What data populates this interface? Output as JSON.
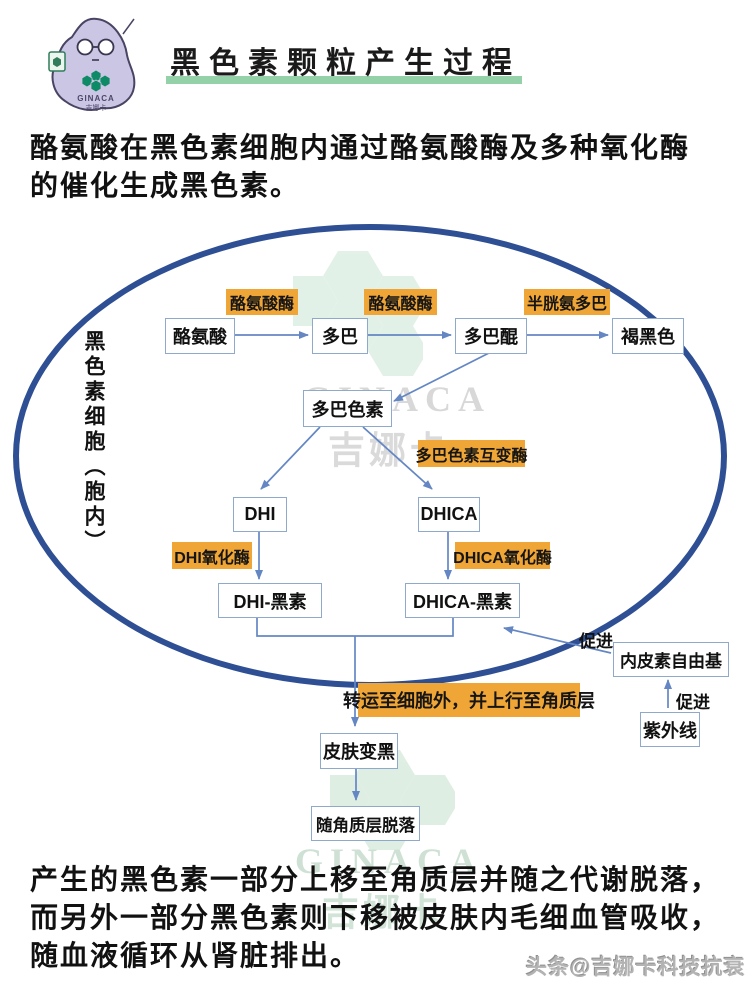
{
  "header": {
    "title": "黑色素颗粒产生过程",
    "logo": {
      "brand": "GINACA",
      "brand_cn": "吉娜卡"
    }
  },
  "intro": {
    "line1": "酪氨酸在黑色素细胞内通过酪氨酸酶及多种氧化酶",
    "line2": "的催化生成黑色素。"
  },
  "diagram": {
    "cell_label": "黑色素细胞（胞内）",
    "nodes": {
      "tyrosine": "酪氨酸",
      "dopa": "多巴",
      "dopaquinone": "多巴醌",
      "brown_melanin": "褐黑色",
      "dopachrome": "多巴色素",
      "dhi": "DHI",
      "dhica": "DHICA",
      "dhi_melanin": "DHI-黑素",
      "dhica_melanin": "DHICA-黑素",
      "endothelin_radical": "内皮素自由基",
      "uv": "紫外线",
      "skin_darkening": "皮肤变黑",
      "shed_with_keratin": "随角质层脱落"
    },
    "enzymes": {
      "tyrosinase_1": "酪氨酸酶",
      "tyrosinase_2": "酪氨酸酶",
      "cysteinyl_dopa": "半胱氨多巴",
      "dopachrome_tautomerase": "多巴色素互变酶",
      "dhi_oxidase": "DHI氧化酶",
      "dhica_oxidase": "DHICA氧化酶"
    },
    "transport_label": "转运至细胞外，并上行至角质层",
    "promote_upper": "促进",
    "promote_lower": "促进"
  },
  "outro": {
    "line1": "产生的黑色素一部分上移至角质层并随之代谢脱落，",
    "line2": "而另外一部分黑色素则下移被皮肤内毛细血管吸收，",
    "line3": "随血液循环从肾脏排出。"
  },
  "credit": "头条@吉娜卡科技抗衰",
  "watermark": {
    "brand": "GINACA",
    "brand_cn": "吉娜卡"
  },
  "colors": {
    "enzyme_orange": "#f0a636",
    "arrow_blue": "#6487c4",
    "cell_border_blue": "#2e4f93",
    "underline_green": "#94d1a8"
  }
}
